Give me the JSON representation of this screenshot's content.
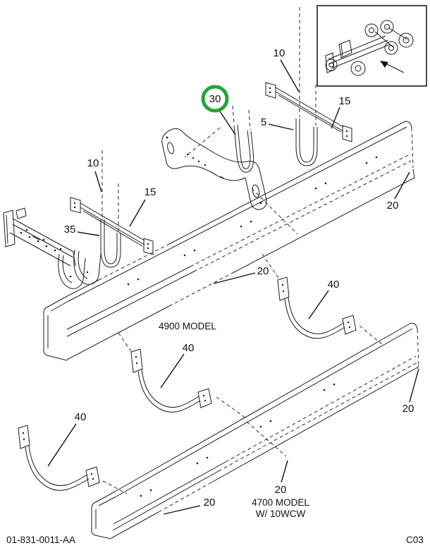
{
  "footer": {
    "left": "01-831-0011-AA",
    "right": "C03"
  },
  "models": {
    "m4900": "4900 MODEL",
    "m4700_line1": "4700 MODEL",
    "m4700_line2": "W/ 10WCW"
  },
  "highlight_color": "#27a437",
  "callouts": [
    {
      "label": "10",
      "highlighted": false
    },
    {
      "label": "30",
      "highlighted": true
    },
    {
      "label": "5",
      "highlighted": false
    },
    {
      "label": "15",
      "highlighted": false
    },
    {
      "label": "10",
      "highlighted": false
    },
    {
      "label": "15",
      "highlighted": false
    },
    {
      "label": "35",
      "highlighted": false
    },
    {
      "label": "20",
      "highlighted": false
    },
    {
      "label": "20",
      "highlighted": false
    },
    {
      "label": "40",
      "highlighted": false
    },
    {
      "label": "40",
      "highlighted": false
    },
    {
      "label": "40",
      "highlighted": false
    },
    {
      "label": "20",
      "highlighted": false
    },
    {
      "label": "20",
      "highlighted": false
    },
    {
      "label": "20",
      "highlighted": false
    }
  ]
}
